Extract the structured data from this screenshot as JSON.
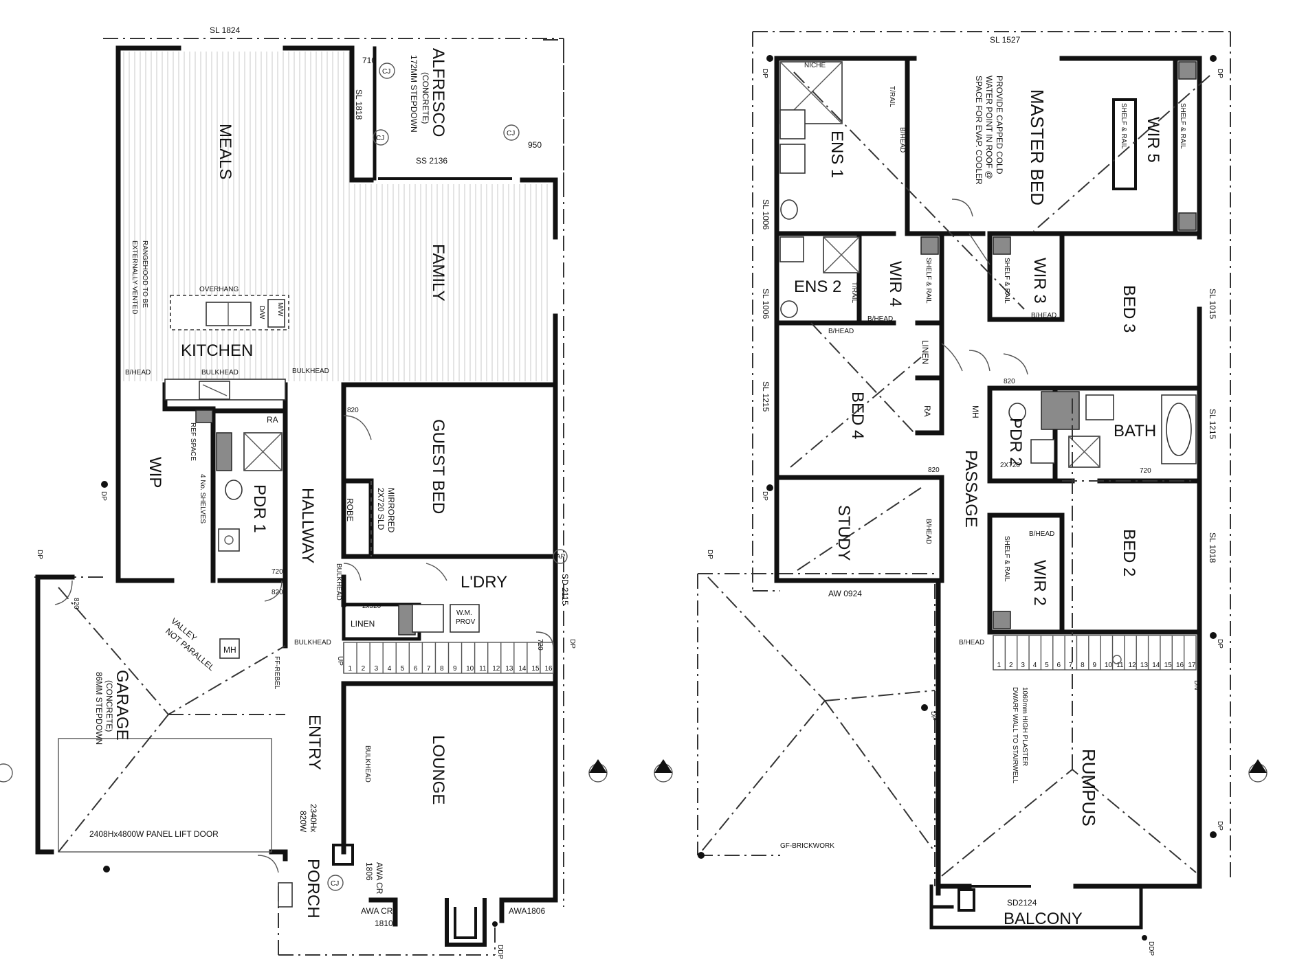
{
  "ground_floor": {
    "rooms": {
      "meals": "MEALS",
      "alfresco": "ALFRESCO",
      "alfresco_sub1": "(CONCRETE)",
      "alfresco_sub2": "172MM STEPDOWN",
      "family": "FAMILY",
      "kitchen": "KITCHEN",
      "wip": "WIP",
      "pdr1": "PDR 1",
      "hallway": "HALLWAY",
      "guest_bed": "GUEST BED",
      "robe": "ROBE",
      "laundry": "L'DRY",
      "linen": "LINEN",
      "entry": "ENTRY",
      "lounge": "LOUNGE",
      "garage": "GARAGE",
      "garage_sub1": "(CONCRETE)",
      "garage_sub2": "86MM STEPDOWN",
      "porch": "PORCH"
    },
    "labels": {
      "sl_1824": "SL 1824",
      "sl_1818": "SL 1818",
      "ss_2136": "SS 2136",
      "dim_710": "710",
      "dim_950": "950",
      "overhang": "OVERHANG",
      "rangehood1": "RANGEHOOD TO BE",
      "rangehood2": "EXTERNALLY VENTED",
      "bhead": "B/HEAD",
      "bulkhead_kitchen": "BULKHEAD",
      "bulkhead_hall": "BULKHEAD",
      "bulkhead_vert": "BULKHEAD",
      "bulkhead_ldry": "BULKHEAD",
      "bulkhead_lounge": "BULKHEAD",
      "ra": "RA",
      "ref_space": "REF SPACE",
      "shelves": "4 No. SHELVES",
      "dim_820_guest": "820",
      "mirrored1": "MIRRORED",
      "mirrored2": "2X720 SLD",
      "dim_720_pdr": "720",
      "dim_820_pdr": "820",
      "linen_dim": "2x520",
      "wm_prov1": "W.M.",
      "wm_prov2": "PROV",
      "sd_2115": "SD 2115",
      "dim_720_ldry": "720",
      "dp": "DP",
      "up": "UP",
      "valley1": "VALLEY",
      "valley2": "NOT PARALLEL",
      "mh": "MH",
      "ff_rebel": "FF-REBEL",
      "garage_door": "2408Hx4800W PANEL LIFT DOOR",
      "entry_door1": "2340Hx",
      "entry_door2": "820W",
      "awa_cr_1806_a": "AWA CR",
      "awa_cr_1806_b": "1806",
      "awa_cr_1810_a": "AWA CR",
      "awa_cr_1810_b": "1810",
      "awa_1806": "AWA1806",
      "dim_820_garage": "820",
      "cj": "CJ",
      "ap": "AP",
      "dw": "D/W",
      "mw": "M/W",
      "ddp": "DDP"
    },
    "stair_numbers": [
      "1",
      "2",
      "3",
      "4",
      "5",
      "6",
      "7",
      "8",
      "9",
      "10",
      "11",
      "12",
      "13",
      "14",
      "15",
      "16"
    ]
  },
  "upper_floor": {
    "rooms": {
      "ens1": "ENS 1",
      "master_bed": "MASTER BED",
      "wir5": "WIR 5",
      "ens2": "ENS 2",
      "wir4": "WIR 4",
      "wir3": "WIR 3",
      "bed3": "BED 3",
      "bed4": "BED 4",
      "linen": "LINEN",
      "ra": "RA",
      "mh": "MH",
      "pdr2": "PDR 2",
      "bath": "BATH",
      "passage": "PASSAGE",
      "study": "STUDY",
      "wir2": "WIR 2",
      "bed2": "BED 2",
      "rumpus": "RUMPUS",
      "balcony": "BALCONY"
    },
    "labels": {
      "sl_1527": "SL 1527",
      "niche": "NICHE",
      "trail": "T/RAIL",
      "bhead": "B/HEAD",
      "evap1": "PROVIDE CAPPED COLD",
      "evap2": "WATER POINT IN ROOF @",
      "evap3": "SPACE FOR EVAP. COOLER",
      "shelf_rail": "SHELF & RAIL",
      "sl_1006": "SL 1006",
      "sl_1215": "SL 1215",
      "sl_1015": "SL 1015",
      "sl_1018": "SL 1018",
      "dim_820": "820",
      "dim_720": "720",
      "dim_2x720": "2X720",
      "aw_0924": "AW 0924",
      "sd2124": "SD2124",
      "gf_brickwork": "GF-BRICKWORK",
      "dwarf1": "1060mm HIGH PLASTER",
      "dwarf2": "DWARF WALL TO STAIRWELL",
      "dn": "DN",
      "dp": "DP",
      "ddp": "DDP"
    },
    "stair_numbers": [
      "1",
      "2",
      "3",
      "4",
      "5",
      "6",
      "7",
      "8",
      "9",
      "10",
      "11",
      "12",
      "13",
      "14",
      "15",
      "16",
      "17"
    ]
  }
}
